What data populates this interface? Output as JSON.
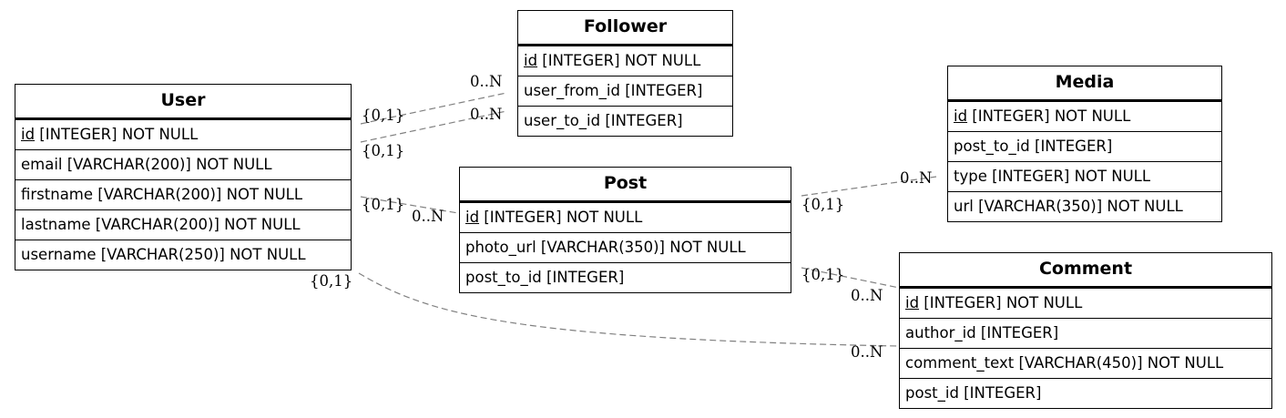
{
  "entities": {
    "user": {
      "name": "User",
      "attributes": [
        {
          "key": "id",
          "rest": " [INTEGER] NOT NULL"
        },
        {
          "key": "",
          "rest": "email [VARCHAR(200)] NOT NULL"
        },
        {
          "key": "",
          "rest": "firstname [VARCHAR(200)] NOT NULL"
        },
        {
          "key": "",
          "rest": "lastname [VARCHAR(200)] NOT NULL"
        },
        {
          "key": "",
          "rest": "username [VARCHAR(250)] NOT NULL"
        }
      ]
    },
    "follower": {
      "name": "Follower",
      "attributes": [
        {
          "key": "id",
          "rest": " [INTEGER] NOT NULL"
        },
        {
          "key": "",
          "rest": "user_from_id [INTEGER]"
        },
        {
          "key": "",
          "rest": "user_to_id [INTEGER]"
        }
      ]
    },
    "post": {
      "name": "Post",
      "attributes": [
        {
          "key": "id",
          "rest": " [INTEGER] NOT NULL"
        },
        {
          "key": "",
          "rest": "photo_url [VARCHAR(350)] NOT NULL"
        },
        {
          "key": "",
          "rest": "post_to_id [INTEGER]"
        }
      ]
    },
    "media": {
      "name": "Media",
      "attributes": [
        {
          "key": "id",
          "rest": " [INTEGER] NOT NULL"
        },
        {
          "key": "",
          "rest": "post_to_id [INTEGER]"
        },
        {
          "key": "",
          "rest": "type [INTEGER] NOT NULL"
        },
        {
          "key": "",
          "rest": "url [VARCHAR(350)] NOT NULL"
        }
      ]
    },
    "comment": {
      "name": "Comment",
      "attributes": [
        {
          "key": "id",
          "rest": " [INTEGER] NOT NULL"
        },
        {
          "key": "",
          "rest": "author_id [INTEGER]"
        },
        {
          "key": "",
          "rest": "comment_text [VARCHAR(450)] NOT NULL"
        },
        {
          "key": "",
          "rest": "post_id [INTEGER]"
        }
      ]
    }
  },
  "relationships": [
    {
      "from": "User",
      "to": "Follower",
      "from_card": "{0,1}",
      "to_card": "0..N"
    },
    {
      "from": "User",
      "to": "Follower",
      "from_card": "{0,1}",
      "to_card": "0..N"
    },
    {
      "from": "User",
      "to": "Post",
      "from_card": "{0,1}",
      "to_card": "0..N"
    },
    {
      "from": "User",
      "to": "Comment",
      "from_card": "{0,1}",
      "to_card": "0..N"
    },
    {
      "from": "Post",
      "to": "Media",
      "from_card": "{0,1}",
      "to_card": "0..N"
    },
    {
      "from": "Post",
      "to": "Comment",
      "from_card": "{0,1}",
      "to_card": "0..N"
    }
  ],
  "colors": {
    "border": "#000000",
    "edge": "#808080",
    "background": "#ffffff"
  }
}
